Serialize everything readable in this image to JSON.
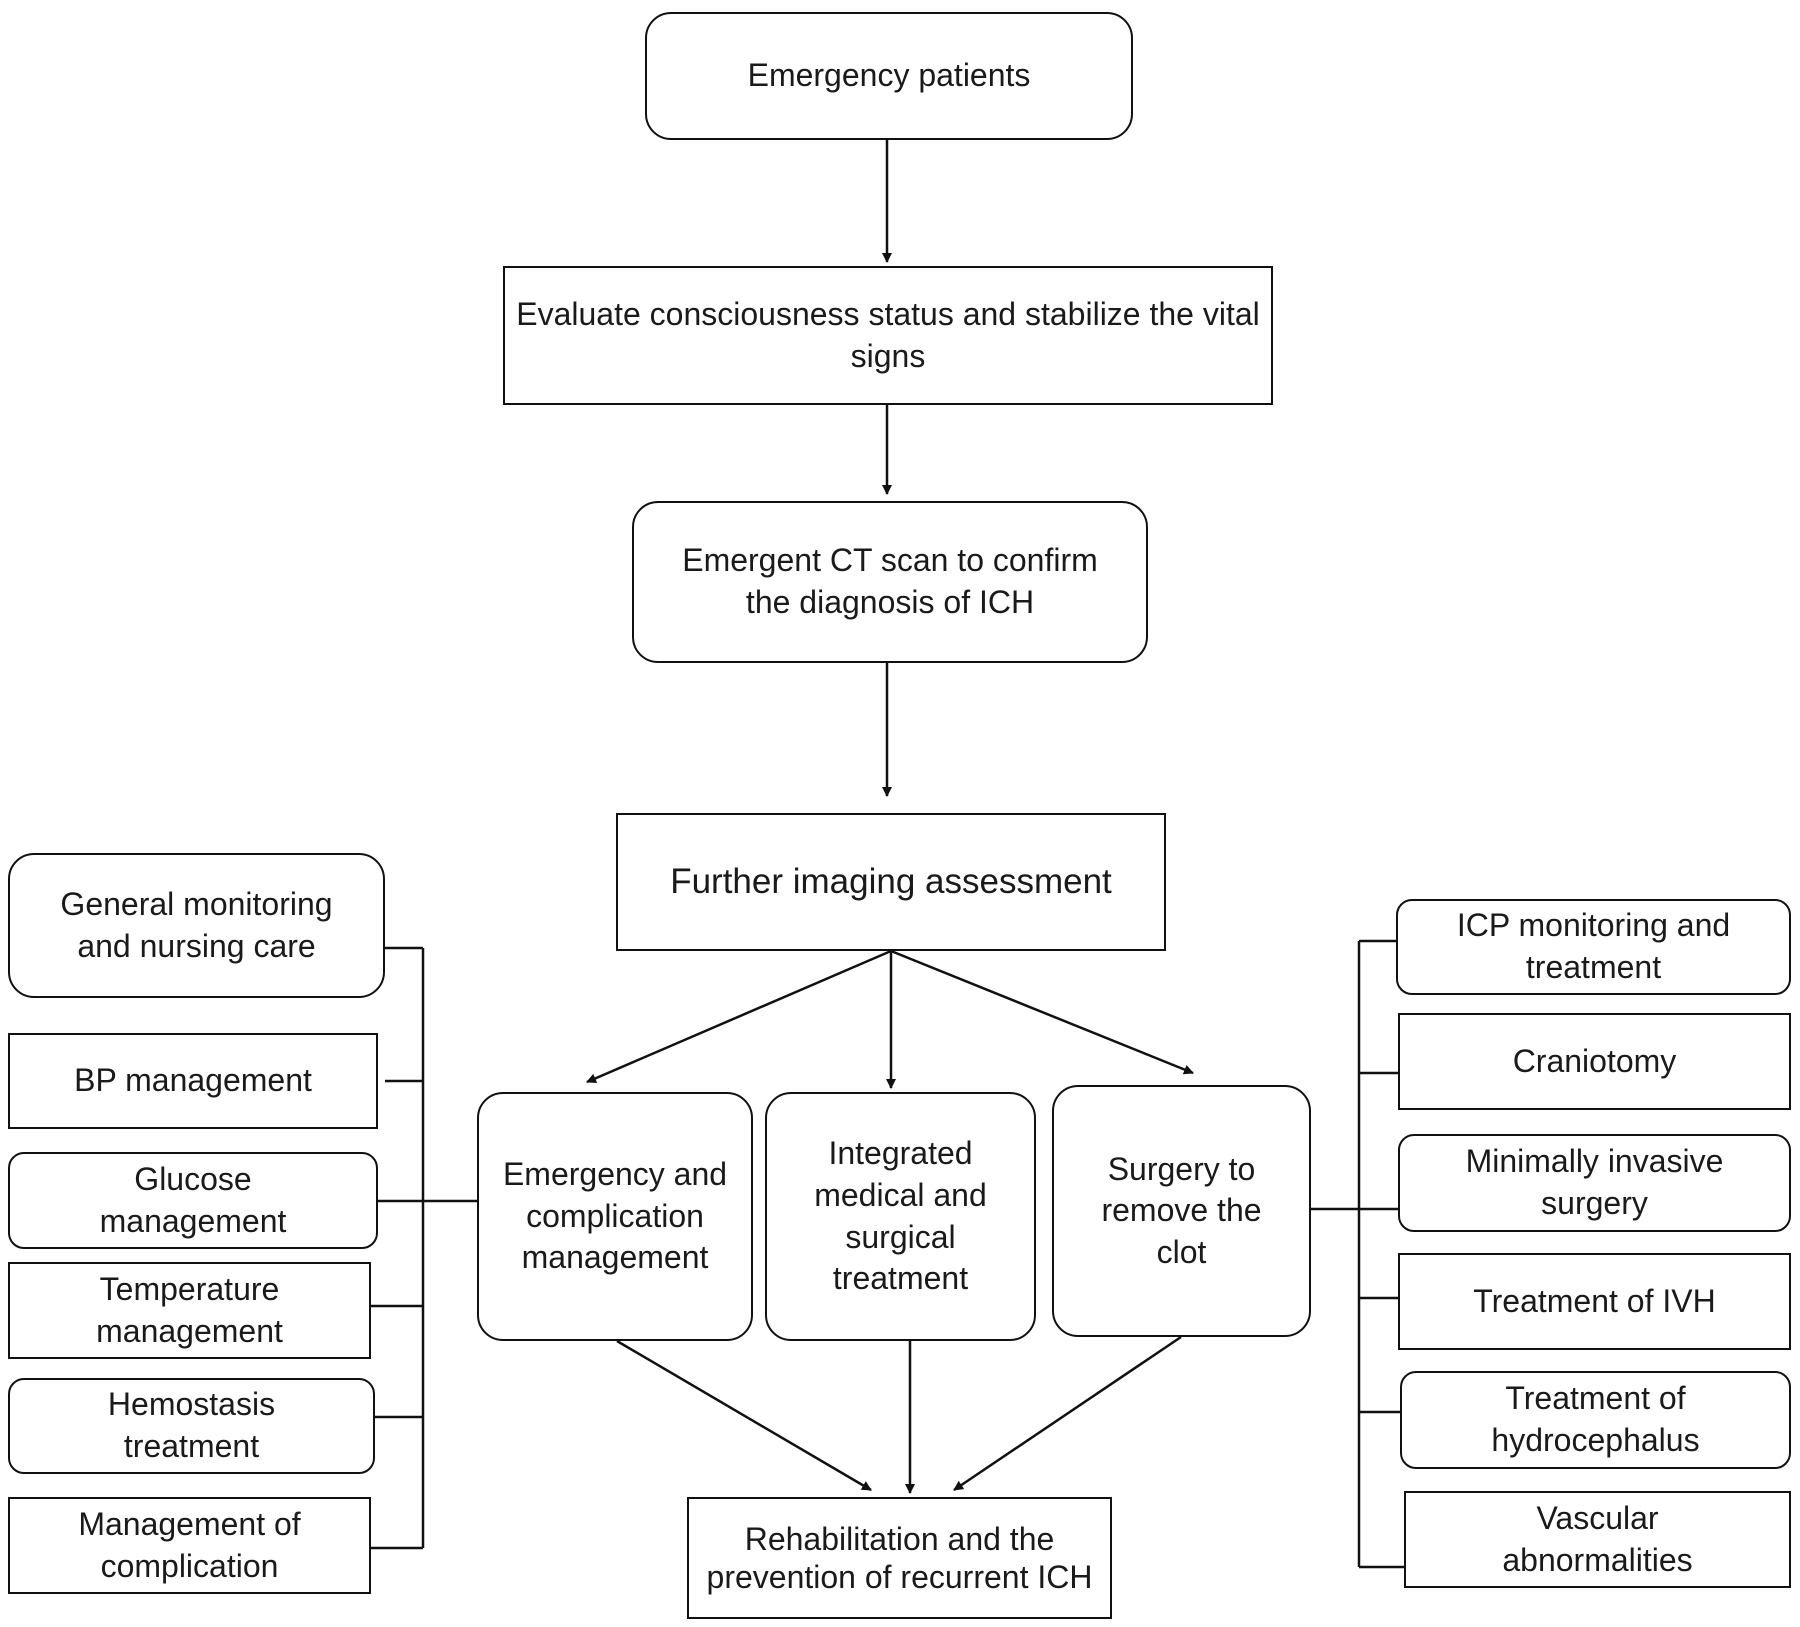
{
  "flow": {
    "top": {
      "emergency_patients": "Emergency patients",
      "evaluate": "Evaluate consciousness status and stabilize the vital signs",
      "ct_scan": "Emergent CT scan to confirm the diagnosis of ICH",
      "imaging": "Further imaging assessment"
    },
    "middle": {
      "emergency_mgmt": "Emergency and complication management",
      "integrated": "Integrated medical and surgical treatment",
      "surgery": "Surgery to remove the clot"
    },
    "bottom": {
      "rehab": "Rehabilitation and the prevention of recurrent ICH"
    }
  },
  "left_branch": [
    "General monitoring and nursing care",
    "BP management",
    "Glucose management",
    "Temperature management",
    "Hemostasis treatment",
    "Management of complication"
  ],
  "right_branch": [
    "ICP monitoring and treatment",
    "Craniotomy",
    "Minimally invasive surgery",
    "Treatment of IVH",
    "Treatment of hydrocephalus",
    "Vascular abnormalities"
  ],
  "colors": {
    "stroke": "#111111",
    "text": "#1a1a1a",
    "background": "#ffffff"
  }
}
